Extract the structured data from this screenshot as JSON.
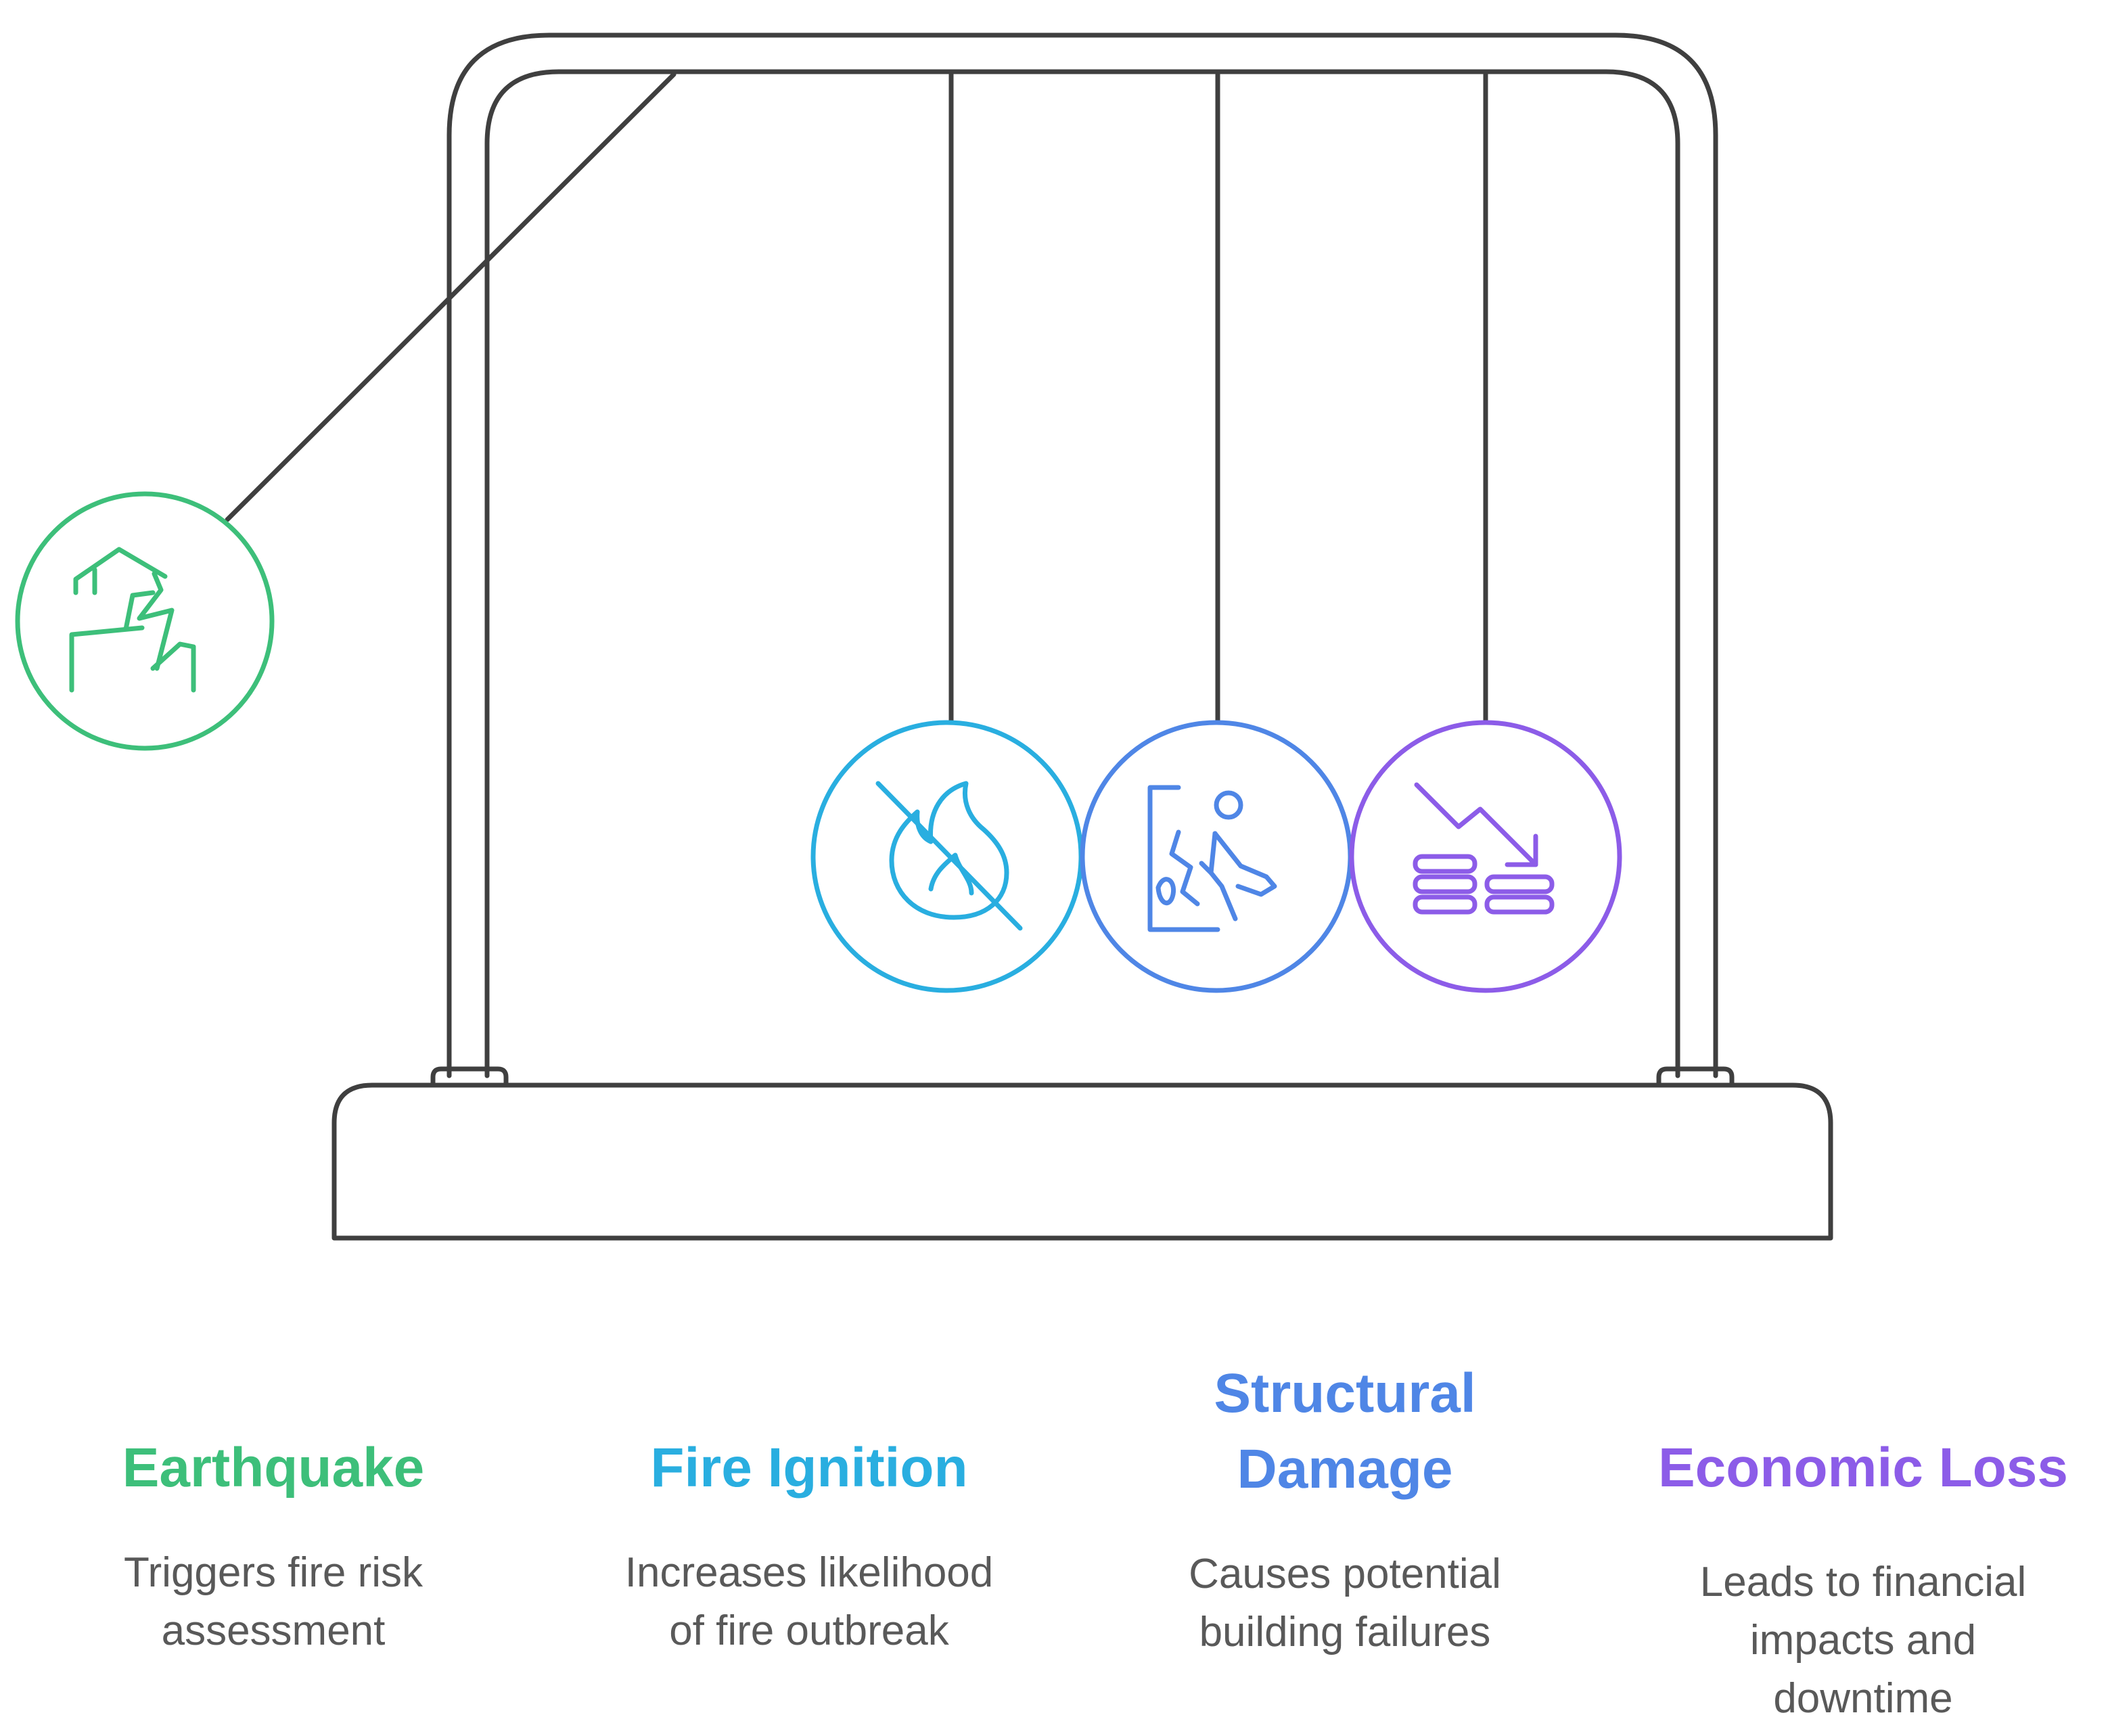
{
  "items": [
    {
      "title": "Earthquake",
      "description_lines": [
        "Triggers fire risk",
        "assessment"
      ],
      "color": "#3dbf7a",
      "icon": "cracked-house-icon"
    },
    {
      "title": "Fire Ignition",
      "description_lines": [
        "Increases likelihood",
        "of fire outbreak"
      ],
      "color": "#29aee0",
      "icon": "no-fire-icon"
    },
    {
      "title_lines": [
        "Structural",
        "Damage"
      ],
      "description_lines": [
        "Causes potential",
        "building failures"
      ],
      "color": "#4f86e6",
      "icon": "person-falling-icon"
    },
    {
      "title": "Economic Loss",
      "description_lines": [
        "Leads to financial",
        "impacts and",
        "downtime"
      ],
      "color": "#8c5ce8",
      "icon": "coins-downtrend-icon"
    }
  ]
}
